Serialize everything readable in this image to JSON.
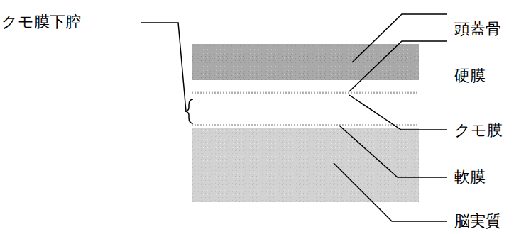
{
  "diagram": {
    "labels": [
      "クモ膜下腔",
      "頭蓋骨",
      "硬膜",
      "クモ膜",
      "軟膜",
      "脳実質"
    ]
  }
}
